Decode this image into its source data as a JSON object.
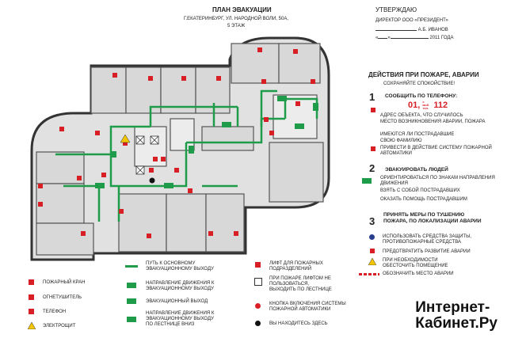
{
  "header": {
    "title": "ПЛАН ЭВАКУАЦИИ",
    "address": "Г.ЕКАТЕРИНБУРГ, УЛ. НАРОДНОЙ ВОЛИ, 50А,",
    "floor": "5 ЭТАЖ"
  },
  "approval": {
    "heading": "УТВЕРЖДАЮ",
    "position": "ДИРЕКТОР ООО «ПРЕЗИДЕНТ»",
    "name": "А.Б. ИВАНОВ",
    "date_suffix": "2011 ГОДА"
  },
  "actions": {
    "heading": "ДЕЙСТВИЯ ПРИ ПОЖАРЕ, АВАРИИ",
    "subheading": "СОХРАНЯЙТЕ СПОКОЙСТВИЕ!",
    "step1": {
      "number": "1",
      "title": "СООБЩИТЬ ПО ТЕЛЕФОНУ:",
      "phone_main": "01,",
      "phone_small": "с моб. тел.",
      "phone_alt": "112",
      "items": [
        "АДРЕС ОБЪЕКТА, ЧТО СЛУЧИЛОСЬ",
        "МЕСТО ВОЗНИКНОВЕНИЯ АВАРИИ, ПОЖАРА",
        "ИМЕЮТСЯ ЛИ ПОСТРАДАВШИЕ",
        "СВОЮ ФАМИЛИЮ",
        "ПРИВЕСТИ В ДЕЙСТВИЕ СИСТЕМУ ПОЖАРНОЙ АВТОМАТИКИ"
      ]
    },
    "step2": {
      "number": "2",
      "title": "ЭВАКУИРОВАТЬ ЛЮДЕЙ",
      "items": [
        "ОРИЕНТИРОВАТЬСЯ ПО ЗНАКАМ НАПРАВЛЕНИЯ ДВИЖЕНИЯ",
        "ВЗЯТЬ С СОБОЙ ПОСТРАДАВШИХ",
        "ОКАЗАТЬ ПОМОЩЬ ПОСТРАДАВШИМ"
      ]
    },
    "step3": {
      "number": "3",
      "title": "ПРИНЯТЬ МЕРЫ ПО ТУШЕНИЮ ПОЖАРА, ПО ЛОКАЛИЗАЦИИ АВАРИИ",
      "items": [
        "ИСПОЛЬЗОВАТЬ СРЕДСТВА ЗАЩИТЫ, ПРОТИВОПОЖАРНЫЕ СРЕДСТВА",
        "ПРЕДОТВРАТИТЬ РАЗВИТИЕ АВАРИИ",
        "ПРИ НЕОБХОДИМОСТИ ОБЕСТОЧИТЬ ПОМЕЩЕНИЕ",
        "ОБОЗНАЧИТЬ МЕСТО АВАРИИ"
      ]
    }
  },
  "legend": {
    "col1": [
      "ПОЖАРНЫЙ КРАН",
      "ОГНЕТУШИТЕЛЬ",
      "ТЕЛЕФОН",
      "ЭЛЕКТРОЩИТ"
    ],
    "col2": [
      "ПУТЬ К ОСНОВНОМУ ЭВАКУАЦИОННОМУ ВЫХОДУ",
      "НАПРАВЛЕНИЕ ДВИЖЕНИЯ К ЭВАКУАЦИОННОМУ ВЫХОДУ",
      "ЭВАКУАЦИОННЫЙ ВЫХОД",
      "НАПРАВЛЕНИЕ ДВИЖЕНИЯ К ЭВАКУАЦИОННОМУ ВЫХОДУ ПО ЛЕСТНИЦЕ ВНИЗ"
    ],
    "col3": [
      "ЛИФТ ДЛЯ ПОЖАРНЫХ ПОДРАЗДЕЛЕНИЙ",
      "ПРИ ПОЖАРЕ ЛИФТОМ НЕ ПОЛЬЗОВАТЬСЯ, ВЫХОДИТЬ ПО ЛЕСТНИЦЕ",
      "КНОПКА ВКЛЮЧЕНИЯ СИСТЕМЫ ПОЖАРНОЙ АВТОМАТИКИ",
      "ВЫ НАХОДИТЕСЬ ЗДЕСЬ"
    ]
  },
  "watermark": {
    "line1": "Интернет-",
    "line2": "Кабинет.Ру"
  },
  "colors": {
    "red": "#d81f26",
    "green": "#1f9c4a",
    "wall": "#3a3a3a",
    "room": "#dcdcdc"
  }
}
